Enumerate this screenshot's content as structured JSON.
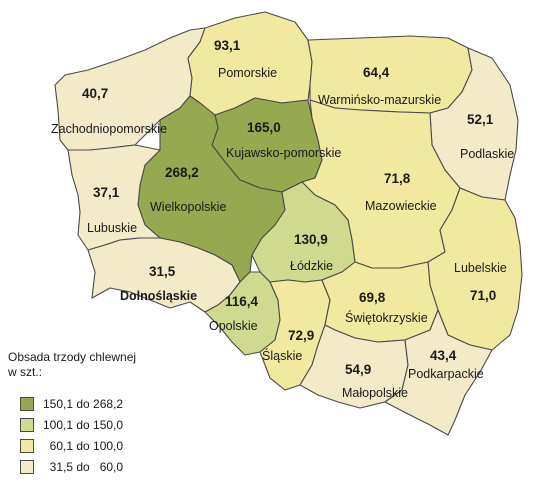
{
  "colors": {
    "class1": "#96a850",
    "class2": "#cfd98f",
    "class3": "#f2e9a0",
    "class4": "#f3ebc8",
    "border": "#4a4a4a"
  },
  "regions": [
    {
      "id": "zachodniopomorskie",
      "name": "Zachodniopomorskie",
      "value": "40,7",
      "class": "class4"
    },
    {
      "id": "pomorskie",
      "name": "Pomorskie",
      "value": "93,1",
      "class": "class3"
    },
    {
      "id": "warminsko-mazurskie",
      "name": "Warmińsko-mazurskie",
      "value": "64,4",
      "class": "class3"
    },
    {
      "id": "podlaskie",
      "name": "Podlaskie",
      "value": "52,1",
      "class": "class4"
    },
    {
      "id": "kujawsko-pomorskie",
      "name": "Kujawsko-pomorskie",
      "value": "165,0",
      "class": "class1"
    },
    {
      "id": "wielkopolskie",
      "name": "Wielkopolskie",
      "value": "268,2",
      "class": "class1"
    },
    {
      "id": "lubuskie",
      "name": "Lubuskie",
      "value": "37,1",
      "class": "class4"
    },
    {
      "id": "mazowieckie",
      "name": "Mazowieckie",
      "value": "71,8",
      "class": "class3"
    },
    {
      "id": "lodzkie",
      "name": "Łódzkie",
      "value": "130,9",
      "class": "class2"
    },
    {
      "id": "lubelskie",
      "name": "Lubelskie",
      "value": "71,0",
      "class": "class3"
    },
    {
      "id": "dolnoslaskie",
      "name": "Dolnośląskie",
      "value": "31,5",
      "class": "class4"
    },
    {
      "id": "opolskie",
      "name": "Opolskie",
      "value": "116,4",
      "class": "class2"
    },
    {
      "id": "slaskie",
      "name": "Śląskie",
      "value": "72,9",
      "class": "class3"
    },
    {
      "id": "swietokrzyskie",
      "name": "Świętokrzyskie",
      "value": "69,8",
      "class": "class3"
    },
    {
      "id": "malopolskie",
      "name": "Małopolskie",
      "value": "54,9",
      "class": "class4"
    },
    {
      "id": "podkarpackie",
      "name": "Podkarpackie",
      "value": "43,4",
      "class": "class4"
    }
  ],
  "legend": {
    "title_line1": "Obsada trzody chlewnej",
    "title_line2": "w szt.:",
    "items": [
      {
        "label": "150,1 do 268,2",
        "class": "class1"
      },
      {
        "label": "100,1 do 150,0",
        "class": "class2"
      },
      {
        "label": "  60,1 do 100,0",
        "class": "class3"
      },
      {
        "label": "  31,5 do   60,0",
        "class": "class4"
      }
    ]
  }
}
